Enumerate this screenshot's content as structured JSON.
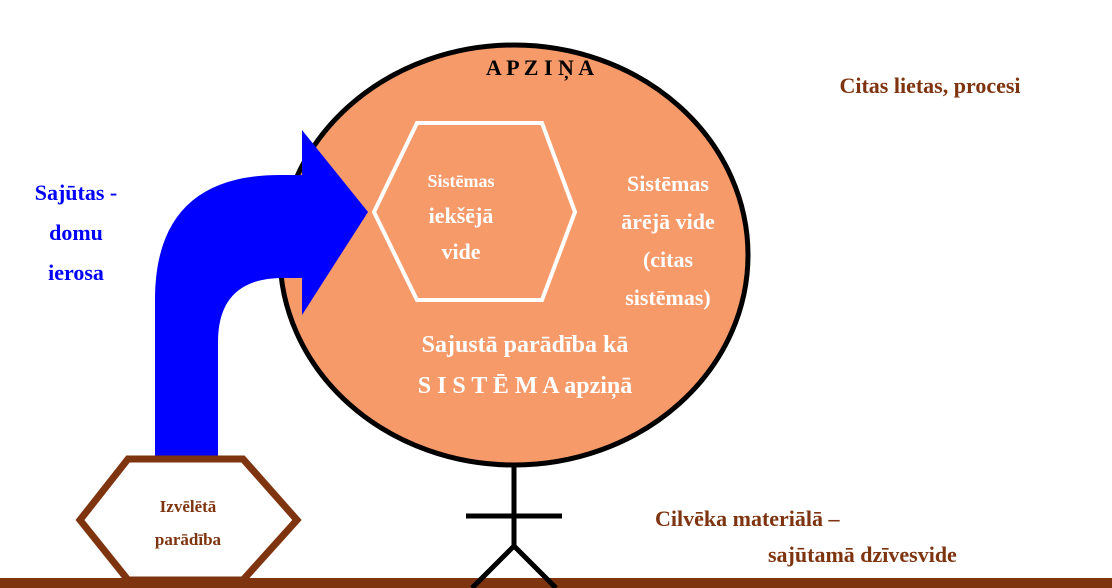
{
  "consciousness_title": "A P Z I Ņ A",
  "other_things": "Citas  lietas, procesi",
  "impulse": [
    "Sajūtas -",
    "domu",
    "ierosa"
  ],
  "inner_environment": [
    "Sistēmas",
    "iekšējā",
    "vide"
  ],
  "outer_environment": [
    "Sistēmas",
    "ārējā vide",
    "(citas",
    "sistēmas)"
  ],
  "perceived_phenomenon": [
    "Sajustā  parādība kā",
    "S I S T Ē M A  apziņā"
  ],
  "chosen_phenomenon": [
    "Izvēlētā",
    "parādība"
  ],
  "material_environment": [
    "Cilvēka materiālā –",
    "sajūtamā dzīvesvide"
  ],
  "colors": {
    "circle_fill": "#F79A6A",
    "brown": "#7F3410",
    "arrow_blue": "#0000FF",
    "white": "#FFFFFF",
    "black": "#000000"
  }
}
